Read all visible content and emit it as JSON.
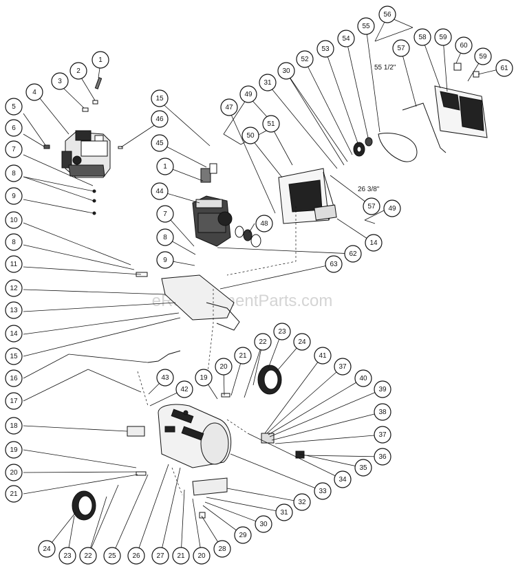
{
  "watermark": "eReplacementParts.com",
  "dimensions": {
    "belt_long": "55 1/2\"",
    "belt_short": "26 3/8\""
  },
  "callouts": [
    {
      "id": "c1a",
      "label": "1"
    },
    {
      "id": "c2",
      "label": "2"
    },
    {
      "id": "c3",
      "label": "3"
    },
    {
      "id": "c4",
      "label": "4"
    },
    {
      "id": "c5",
      "label": "5"
    },
    {
      "id": "c6",
      "label": "6"
    },
    {
      "id": "c7a",
      "label": "7"
    },
    {
      "id": "c8a",
      "label": "8"
    },
    {
      "id": "c9a",
      "label": "9"
    },
    {
      "id": "c10",
      "label": "10"
    },
    {
      "id": "c8b",
      "label": "8"
    },
    {
      "id": "c11",
      "label": "11"
    },
    {
      "id": "c12",
      "label": "12"
    },
    {
      "id": "c13",
      "label": "13"
    },
    {
      "id": "c14a",
      "label": "14"
    },
    {
      "id": "c15a",
      "label": "15"
    },
    {
      "id": "c16",
      "label": "16"
    },
    {
      "id": "c17",
      "label": "17"
    },
    {
      "id": "c18",
      "label": "18"
    },
    {
      "id": "c19a",
      "label": "19"
    },
    {
      "id": "c20a",
      "label": "20"
    },
    {
      "id": "c21a",
      "label": "21"
    },
    {
      "id": "c24a",
      "label": "24"
    },
    {
      "id": "c23a",
      "label": "23"
    },
    {
      "id": "c22a",
      "label": "22"
    },
    {
      "id": "c25",
      "label": "25"
    },
    {
      "id": "c26",
      "label": "26"
    },
    {
      "id": "c27",
      "label": "27"
    },
    {
      "id": "c21b",
      "label": "21"
    },
    {
      "id": "c20b",
      "label": "20"
    },
    {
      "id": "c28",
      "label": "28"
    },
    {
      "id": "c29",
      "label": "29"
    },
    {
      "id": "c30a",
      "label": "30"
    },
    {
      "id": "c31a",
      "label": "31"
    },
    {
      "id": "c32",
      "label": "32"
    },
    {
      "id": "c33",
      "label": "33"
    },
    {
      "id": "c34",
      "label": "34"
    },
    {
      "id": "c35",
      "label": "35"
    },
    {
      "id": "c36",
      "label": "36"
    },
    {
      "id": "c37a",
      "label": "37"
    },
    {
      "id": "c38",
      "label": "38"
    },
    {
      "id": "c39",
      "label": "39"
    },
    {
      "id": "c40",
      "label": "40"
    },
    {
      "id": "c37b",
      "label": "37"
    },
    {
      "id": "c41",
      "label": "41"
    },
    {
      "id": "c24b",
      "label": "24"
    },
    {
      "id": "c23b",
      "label": "23"
    },
    {
      "id": "c22b",
      "label": "22"
    },
    {
      "id": "c21c",
      "label": "21"
    },
    {
      "id": "c20c",
      "label": "20"
    },
    {
      "id": "c19b",
      "label": "19"
    },
    {
      "id": "c42",
      "label": "42"
    },
    {
      "id": "c43",
      "label": "43"
    },
    {
      "id": "c15b",
      "label": "15"
    },
    {
      "id": "c46",
      "label": "46"
    },
    {
      "id": "c45",
      "label": "45"
    },
    {
      "id": "c1b",
      "label": "1"
    },
    {
      "id": "c44",
      "label": "44"
    },
    {
      "id": "c7b",
      "label": "7"
    },
    {
      "id": "c8c",
      "label": "8"
    },
    {
      "id": "c9b",
      "label": "9"
    },
    {
      "id": "c48",
      "label": "48"
    },
    {
      "id": "c47",
      "label": "47"
    },
    {
      "id": "c49a",
      "label": "49"
    },
    {
      "id": "c50",
      "label": "50"
    },
    {
      "id": "c51",
      "label": "51"
    },
    {
      "id": "c31b",
      "label": "31"
    },
    {
      "id": "c30b",
      "label": "30"
    },
    {
      "id": "c52",
      "label": "52"
    },
    {
      "id": "c53",
      "label": "53"
    },
    {
      "id": "c54",
      "label": "54"
    },
    {
      "id": "c55",
      "label": "55"
    },
    {
      "id": "c56",
      "label": "56"
    },
    {
      "id": "c57a",
      "label": "57"
    },
    {
      "id": "c58",
      "label": "58"
    },
    {
      "id": "c59a",
      "label": "59"
    },
    {
      "id": "c60",
      "label": "60"
    },
    {
      "id": "c59b",
      "label": "59"
    },
    {
      "id": "c61",
      "label": "61"
    },
    {
      "id": "c57b",
      "label": "57"
    },
    {
      "id": "c49b",
      "label": "49"
    },
    {
      "id": "c14b",
      "label": "14"
    },
    {
      "id": "c62",
      "label": "62"
    },
    {
      "id": "c63",
      "label": "63"
    }
  ]
}
